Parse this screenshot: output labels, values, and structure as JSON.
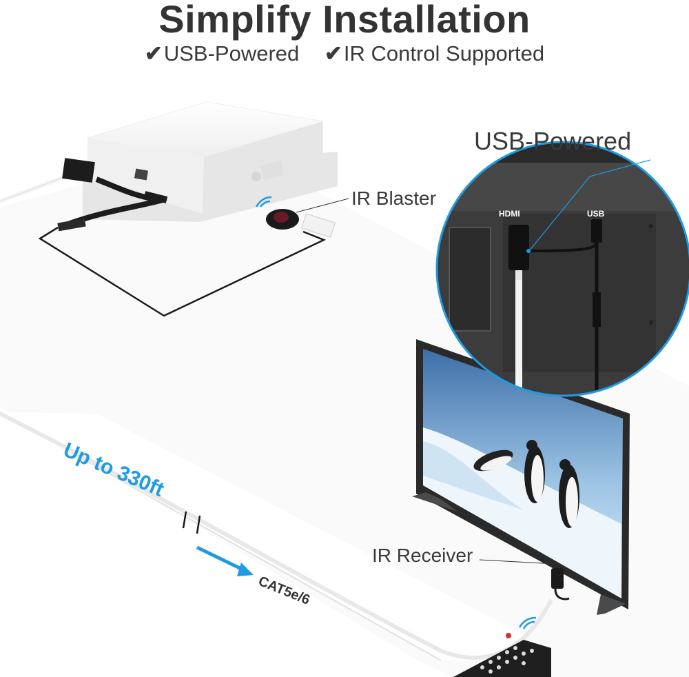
{
  "header": {
    "title": "Simplify Installation",
    "features": [
      {
        "check": "✔",
        "label": "USB-Powered"
      },
      {
        "check": "✔",
        "label": "IR Control Supported"
      }
    ]
  },
  "callouts": {
    "usb_powered": "USB-Powered",
    "ir_blaster": "IR Blaster",
    "ir_receiver": "IR Receiver",
    "distance": "Up to 330ft",
    "cable": "CAT5e/6"
  },
  "ports": {
    "hdmi": "HDMI",
    "usb": "USB"
  },
  "colors": {
    "accent_blue": "#1e9be3",
    "title_text": "#333333",
    "tv_panel": "#3c3c3c"
  }
}
